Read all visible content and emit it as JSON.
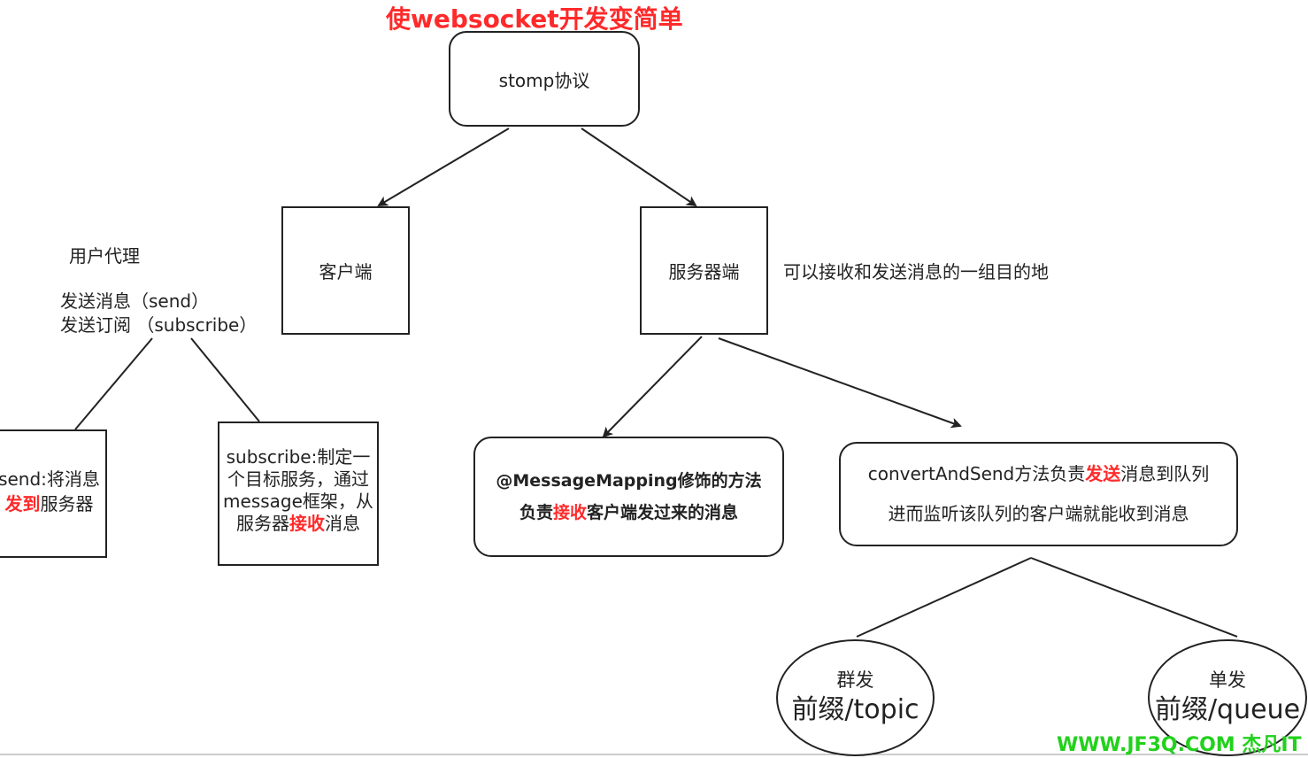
{
  "title": "使websocket开发变简单",
  "stomp": "stomp协议",
  "client": "客户端",
  "server": "服务器端",
  "server_desc": "可以接收和发送消息的一组目的地",
  "user_agent": {
    "label": "用户代理",
    "send": "发送消息（send）",
    "subscribe": "发送订阅 （subscribe）"
  },
  "send_box": {
    "l1": "send:将消息",
    "red": "发到",
    "rest": "服务器"
  },
  "subscribe_box": {
    "l1": "subscribe:制定一",
    "l2": "个目标服务，通过",
    "l3": "message框架，从",
    "l4a": "服务器",
    "l4red": "接收",
    "l4b": "消息"
  },
  "mapping_box": {
    "l1": "@MessageMapping修饰的方法",
    "l2a": "负责",
    "l2red": "接收",
    "l2b": "客户端发过来的消息"
  },
  "convert_box": {
    "l1a": "convertAndSend方法负责",
    "l1red": "发送",
    "l1b": "消息到队列",
    "l2": "进而监听该队列的客户端就能收到消息"
  },
  "group": {
    "top": "群发",
    "bottom": "前缀/topic"
  },
  "single": {
    "top": "单发",
    "bottom": "前缀/queue"
  },
  "watermark": "WWW.JF3Q.COM 杰凡IT",
  "colors": {
    "accent": "#ff2a2a",
    "stroke": "#222222",
    "watermark": "#22d11c"
  }
}
